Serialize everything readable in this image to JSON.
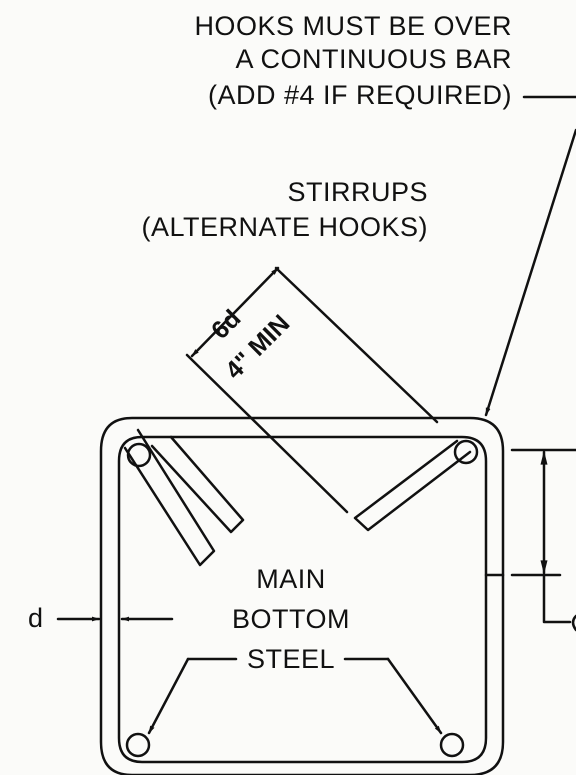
{
  "notes": {
    "hooks_line1": "HOOKS MUST BE OVER",
    "hooks_line2": "A CONTINUOUS BAR",
    "hooks_line3": "(ADD #4 IF REQUIRED)"
  },
  "stirrups": {
    "line1": "STIRRUPS",
    "line2": "(ALTERNATE HOOKS)"
  },
  "hook_extension": {
    "label1": "6d",
    "label2": "4\" MIN"
  },
  "main_steel": {
    "line1": "MAIN",
    "line2": "BOTTOM",
    "line3": "STEEL"
  },
  "bar_diameter": "d",
  "colors": {
    "ink": "#111111",
    "paper": "#fbfbf9"
  }
}
